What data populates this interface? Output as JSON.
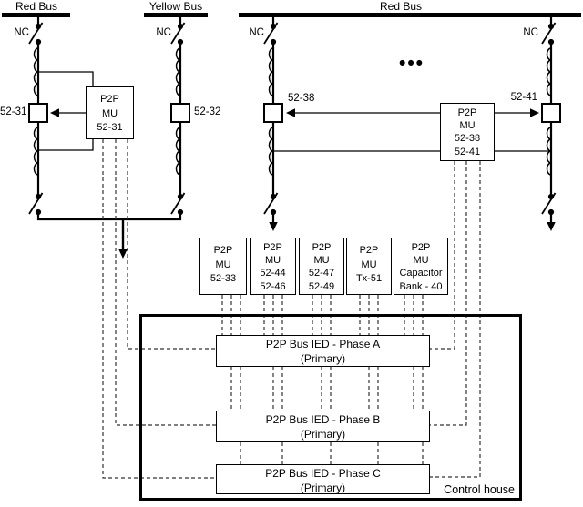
{
  "diagram": {
    "buses": {
      "left": "Red Bus",
      "middle": "Yellow Bus",
      "right": "Red Bus"
    },
    "nc": "NC",
    "ellipsis": "•••",
    "breakers": {
      "b52_31": "52-31",
      "b52_32": "52-32",
      "b52_38": "52-38",
      "b52_41": "52-41"
    },
    "mu_52_31": {
      "l1": "P2P",
      "l2": "MU",
      "l3": "52-31"
    },
    "mu_52_38_41": {
      "l1": "P2P",
      "l2": "MU",
      "l3": "52-38",
      "l4": "52-41"
    },
    "mu_row": [
      {
        "l1": "P2P",
        "l2": "MU",
        "l3": "52-33"
      },
      {
        "l1": "P2P",
        "l2": "MU",
        "l3": "52-44",
        "l4": "52-46"
      },
      {
        "l1": "P2P",
        "l2": "MU",
        "l3": "52-47",
        "l4": "52-49"
      },
      {
        "l1": "P2P",
        "l2": "MU",
        "l3": "Tx-51"
      },
      {
        "l1": "P2P",
        "l2": "MU",
        "l3": "Capacitor",
        "l4": "Bank - 40"
      }
    ],
    "ieds": [
      {
        "title": "P2P Bus IED - Phase A",
        "subtitle": "(Primary)"
      },
      {
        "title": "P2P Bus IED - Phase B",
        "subtitle": "(Primary)"
      },
      {
        "title": "P2P Bus IED - Phase C",
        "subtitle": "(Primary)"
      }
    ],
    "control_house_label": "Control house",
    "colors": {
      "line": "#000000",
      "background": "#ffffff"
    }
  }
}
